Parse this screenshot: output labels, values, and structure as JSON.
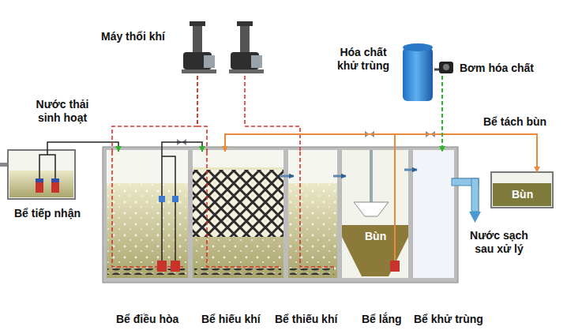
{
  "diagram": {
    "nodes": [
      {
        "text": [
          "Bể tiếp nhận"
        ]
      },
      {
        "text": [
          "Bể điều hòa"
        ]
      },
      {
        "text": [
          "Bể hiếu khí"
        ]
      },
      {
        "text": [
          "Bể thiếu khí"
        ]
      },
      {
        "text": [
          "Bể lắng",
          "Bùn"
        ]
      },
      {
        "text": [
          "Bể khử trùng"
        ]
      },
      {
        "text": [
          "Bể tách bùn",
          "Bùn"
        ]
      },
      {
        "text": [
          "Máy thổi khí"
        ]
      },
      {
        "text": [
          "Hóa chất khử trùng"
        ]
      },
      {
        "text": [
          "Bơm hóa chất"
        ]
      }
    ],
    "edges": [
      {
        "from": 0,
        "to": 1,
        "arrow": "to",
        "label": "Nước thải sinh hoạt"
      },
      {
        "from": 7,
        "to": 1,
        "arrow": "none"
      },
      {
        "from": 7,
        "to": 2,
        "arrow": "none"
      },
      {
        "from": 7,
        "to": 3,
        "arrow": "none"
      },
      {
        "from": 1,
        "to": 2,
        "arrow": "to"
      },
      {
        "from": 2,
        "to": 3,
        "arrow": "to"
      },
      {
        "from": 3,
        "to": 4,
        "arrow": "to"
      },
      {
        "from": 4,
        "to": 5,
        "arrow": "to"
      },
      {
        "from": 4,
        "to": 2,
        "arrow": "to"
      },
      {
        "from": 4,
        "to": 6,
        "arrow": "to"
      },
      {
        "from": 8,
        "to": 9,
        "arrow": "none"
      },
      {
        "from": 9,
        "to": 5,
        "arrow": "to"
      }
    ],
    "labels": [
      "Nước sạch sau xử lý"
    ]
  }
}
